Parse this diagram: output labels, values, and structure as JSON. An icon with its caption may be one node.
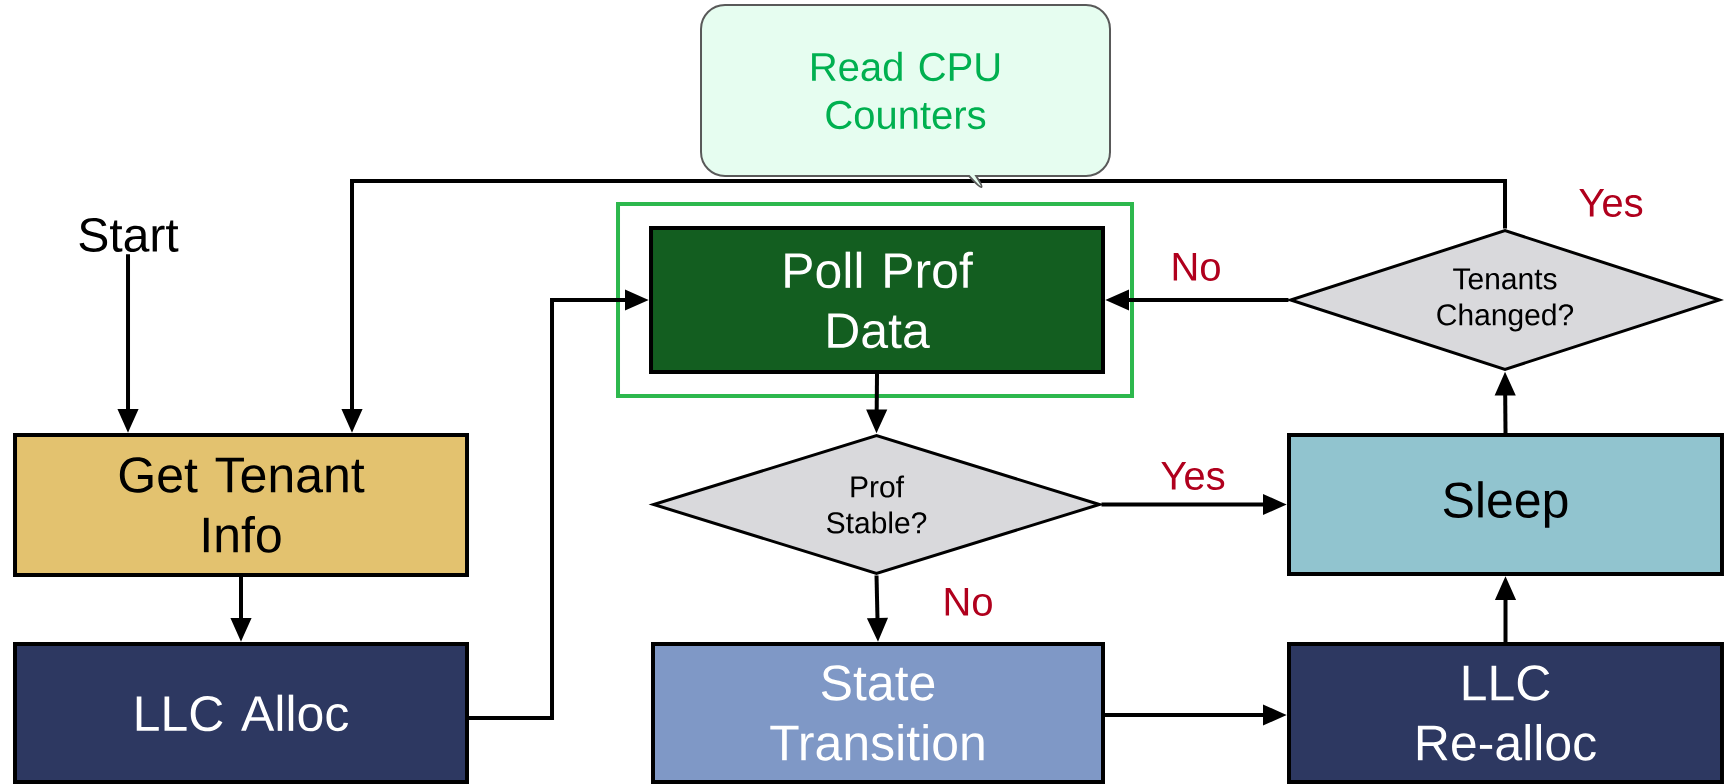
{
  "diagram": {
    "nodes": [
      {
        "text": [
          "Start"
        ]
      },
      {
        "text": [
          "Get Tenant Info"
        ]
      },
      {
        "text": [
          "LLC Alloc"
        ]
      },
      {
        "text": [
          "Read CPU Counters"
        ]
      },
      {
        "text": [
          "Poll Prof Data"
        ]
      },
      {
        "text": [
          "Prof Stable?"
        ]
      },
      {
        "text": [
          "State Transition"
        ]
      },
      {
        "text": [
          "Tenants Changed?"
        ]
      },
      {
        "text": [
          "Sleep"
        ]
      },
      {
        "text": [
          "LLC Re-alloc"
        ]
      }
    ],
    "edges": [
      {
        "from": 0,
        "to": 1,
        "arrow": "to"
      },
      {
        "from": 7,
        "to": 1,
        "arrow": "to",
        "label": "Yes"
      },
      {
        "from": 1,
        "to": 2,
        "arrow": "to"
      },
      {
        "from": 2,
        "to": 4,
        "arrow": "to"
      },
      {
        "from": 7,
        "to": 4,
        "arrow": "to",
        "label": "No"
      },
      {
        "from": 4,
        "to": 5,
        "arrow": "to"
      },
      {
        "from": 5,
        "to": 8,
        "arrow": "to",
        "label": "Yes"
      },
      {
        "from": 5,
        "to": 6,
        "arrow": "to",
        "label": "No"
      },
      {
        "from": 6,
        "to": 9,
        "arrow": "to"
      },
      {
        "from": 9,
        "to": 8,
        "arrow": "to"
      },
      {
        "from": 8,
        "to": 7,
        "arrow": "to"
      }
    ]
  }
}
